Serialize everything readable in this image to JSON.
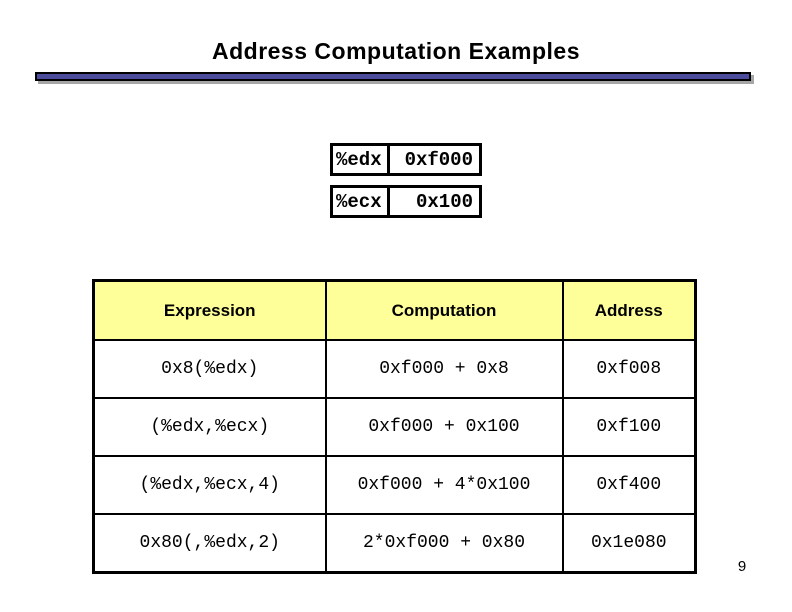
{
  "slide": {
    "title": "Address Computation Examples",
    "page_number": "9"
  },
  "registers": {
    "rows": [
      {
        "name": "%edx",
        "value": "0xf000"
      },
      {
        "name": "%ecx",
        "value": "0x100"
      }
    ]
  },
  "table": {
    "headers": [
      "Expression",
      "Computation",
      "Address"
    ],
    "rows": [
      [
        "0x8(%edx)",
        "0xf000 + 0x8",
        "0xf008"
      ],
      [
        "(%edx,%ecx)",
        "0xf000 + 0x100",
        "0xf100"
      ],
      [
        "(%edx,%ecx,4)",
        "0xf000 + 4*0x100",
        "0xf400"
      ],
      [
        "0x80(,%edx,2)",
        "2*0xf000 + 0x80",
        "0x1e080"
      ]
    ]
  },
  "colors": {
    "header_bg": "#ffff99",
    "rule_blue": "#4c4c9c",
    "rule_shadow": "#a6a6a6",
    "border": "#000000",
    "text": "#000000"
  }
}
